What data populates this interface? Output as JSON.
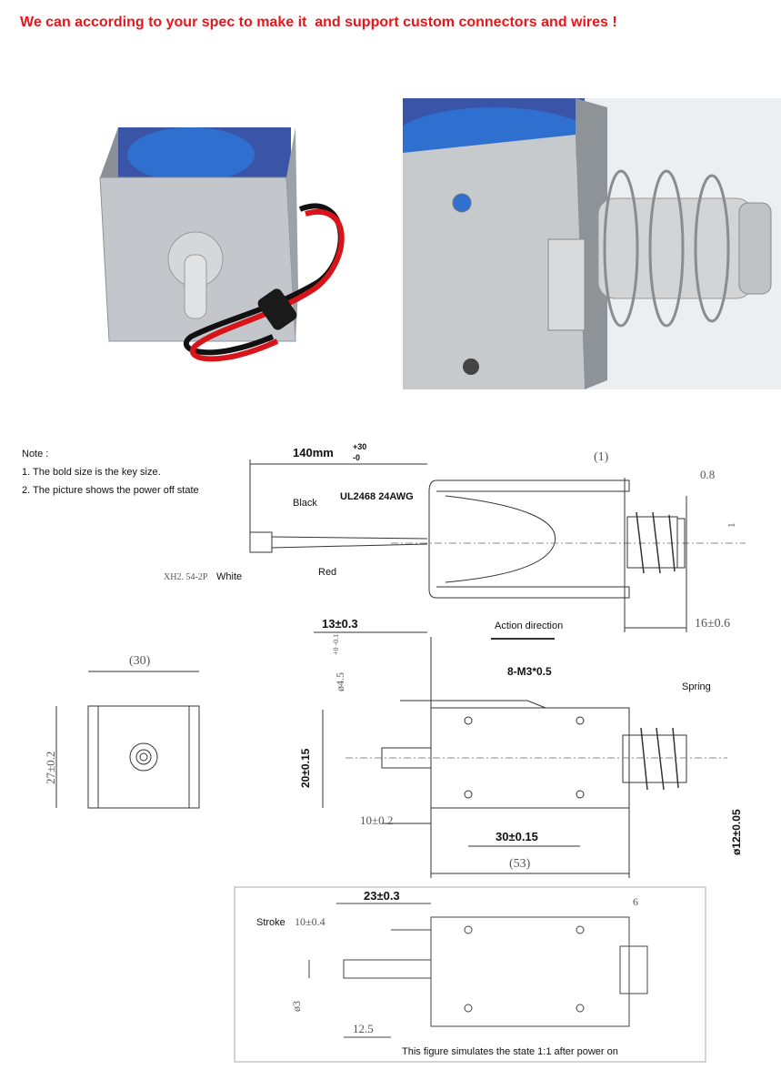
{
  "headline": "We can according to your spec to make it  and support custom connectors and wires !",
  "colors": {
    "headline": "#e8161b",
    "wire_red": "#d8141a",
    "wire_black": "#111111",
    "coil_blue": "#2a5fc0",
    "frame_silver": "#b9bec3"
  },
  "photos": {
    "left": "solenoid-with-wires-photo",
    "right": "solenoid-plunger-spring-closeup-photo"
  },
  "notes": {
    "title": "Note :",
    "items": [
      "1. The bold size is the key size.",
      "2. The picture shows the power off state"
    ]
  },
  "top_view": {
    "wire_length": "140mm",
    "wire_tol_plus": "+30",
    "wire_tol_minus": "-0",
    "black": "Black",
    "wire_spec": "UL2468 24AWG",
    "connector": "XH2. 54-2P",
    "connector_color": "White",
    "red": "Red",
    "dim_1": "(1)",
    "dim_08": "0.8",
    "dim_slot": "1",
    "dim_16": "16±0.6",
    "action": "Action direction"
  },
  "side_view": {
    "dim_13": "13±0.3",
    "dim_phi45": "ø4.5",
    "dim_phi45_tol": "+0 -0.1",
    "thread": "8-M3*0.5",
    "spring": "Spring",
    "dim_20": "20±0.15",
    "dim_10": "10±0.2",
    "dim_30": "30±0.15",
    "dim_53": "(53)",
    "dim_phi12": "ø12±0.05"
  },
  "end_view": {
    "dim_30": "(30)",
    "dim_27": "27±0.2"
  },
  "power_on_view": {
    "dim_23": "23±0.3",
    "dim_6": "6",
    "stroke_label": "Stroke",
    "stroke": "10±0.4",
    "dim_phi3": "ø3",
    "dim_125": "12.5",
    "caption": "This figure simulates the state 1:1 after power on"
  }
}
